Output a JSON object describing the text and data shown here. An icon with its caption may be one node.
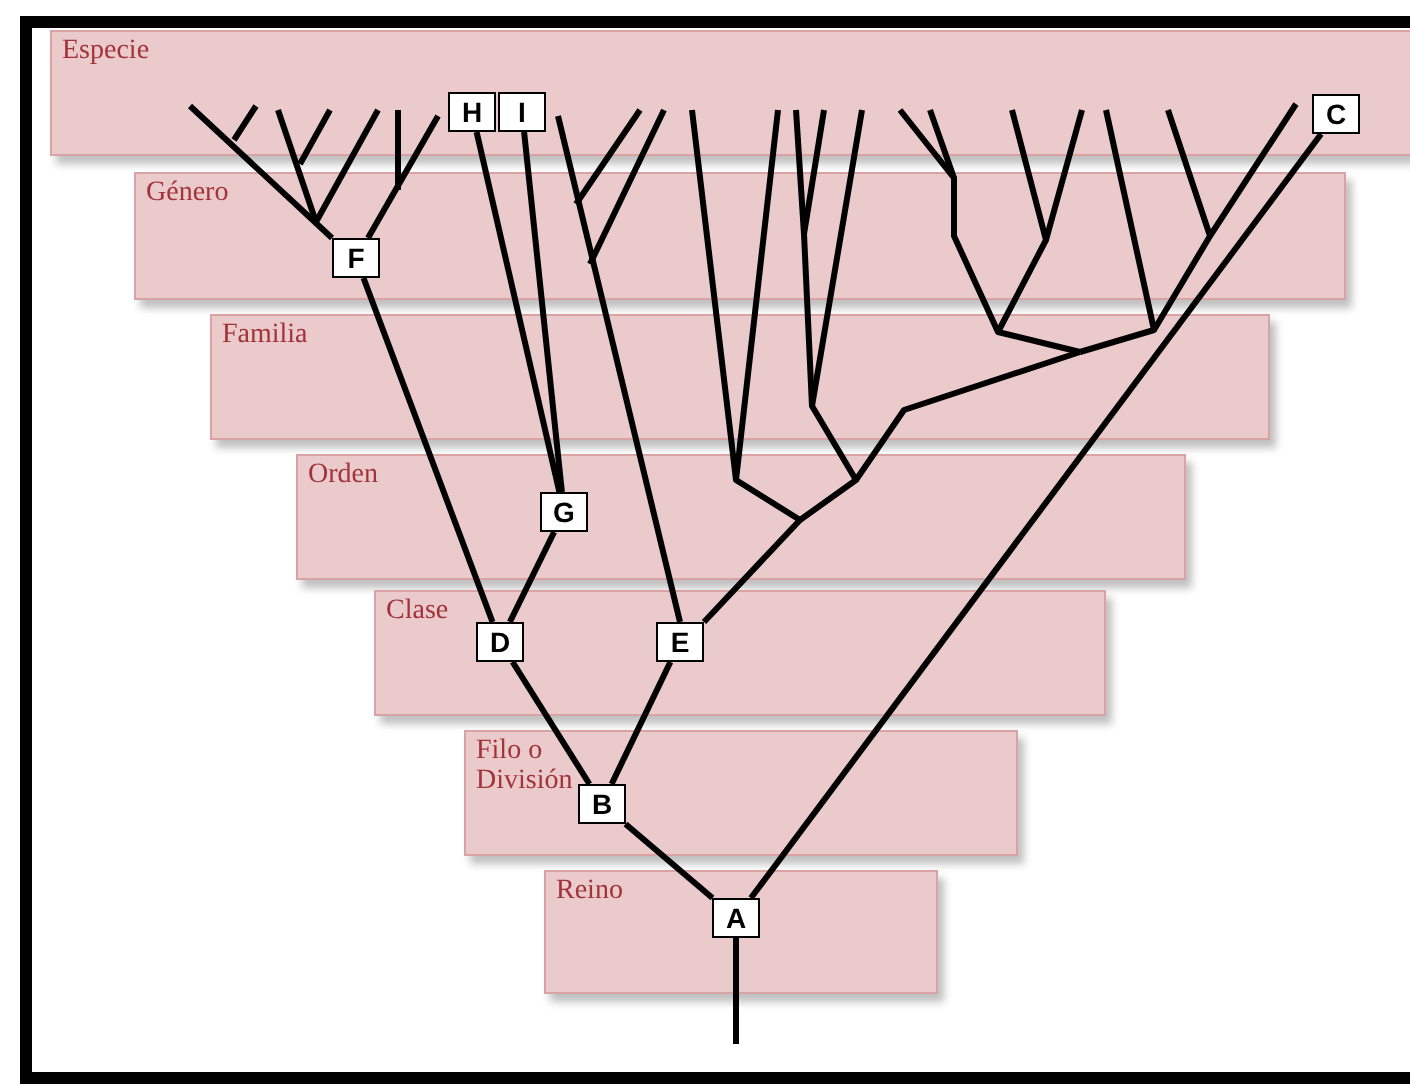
{
  "diagram": {
    "nodes": [
      {
        "text": [
          "H"
        ]
      },
      {
        "text": [
          "I"
        ]
      },
      {
        "text": [
          "C"
        ]
      },
      {
        "text": [
          "F"
        ]
      },
      {
        "text": [
          "G"
        ]
      },
      {
        "text": [
          "D"
        ]
      },
      {
        "text": [
          "E"
        ]
      },
      {
        "text": [
          "B"
        ]
      },
      {
        "text": [
          "A"
        ]
      }
    ],
    "edges": [
      {
        "from": 8,
        "to": 7,
        "arrow": "none"
      },
      {
        "from": 8,
        "to": 2,
        "arrow": "none"
      },
      {
        "from": 7,
        "to": 5,
        "arrow": "none"
      },
      {
        "from": 7,
        "to": 6,
        "arrow": "none"
      },
      {
        "from": 5,
        "to": 3,
        "arrow": "none"
      },
      {
        "from": 5,
        "to": 4,
        "arrow": "none"
      },
      {
        "from": 4,
        "to": 0,
        "arrow": "none"
      },
      {
        "from": 4,
        "to": 1,
        "arrow": "none"
      }
    ],
    "labels": [
      "Especie",
      "Género",
      "Familia",
      "Orden",
      "Clase",
      "Filo o División",
      "Reino"
    ]
  }
}
